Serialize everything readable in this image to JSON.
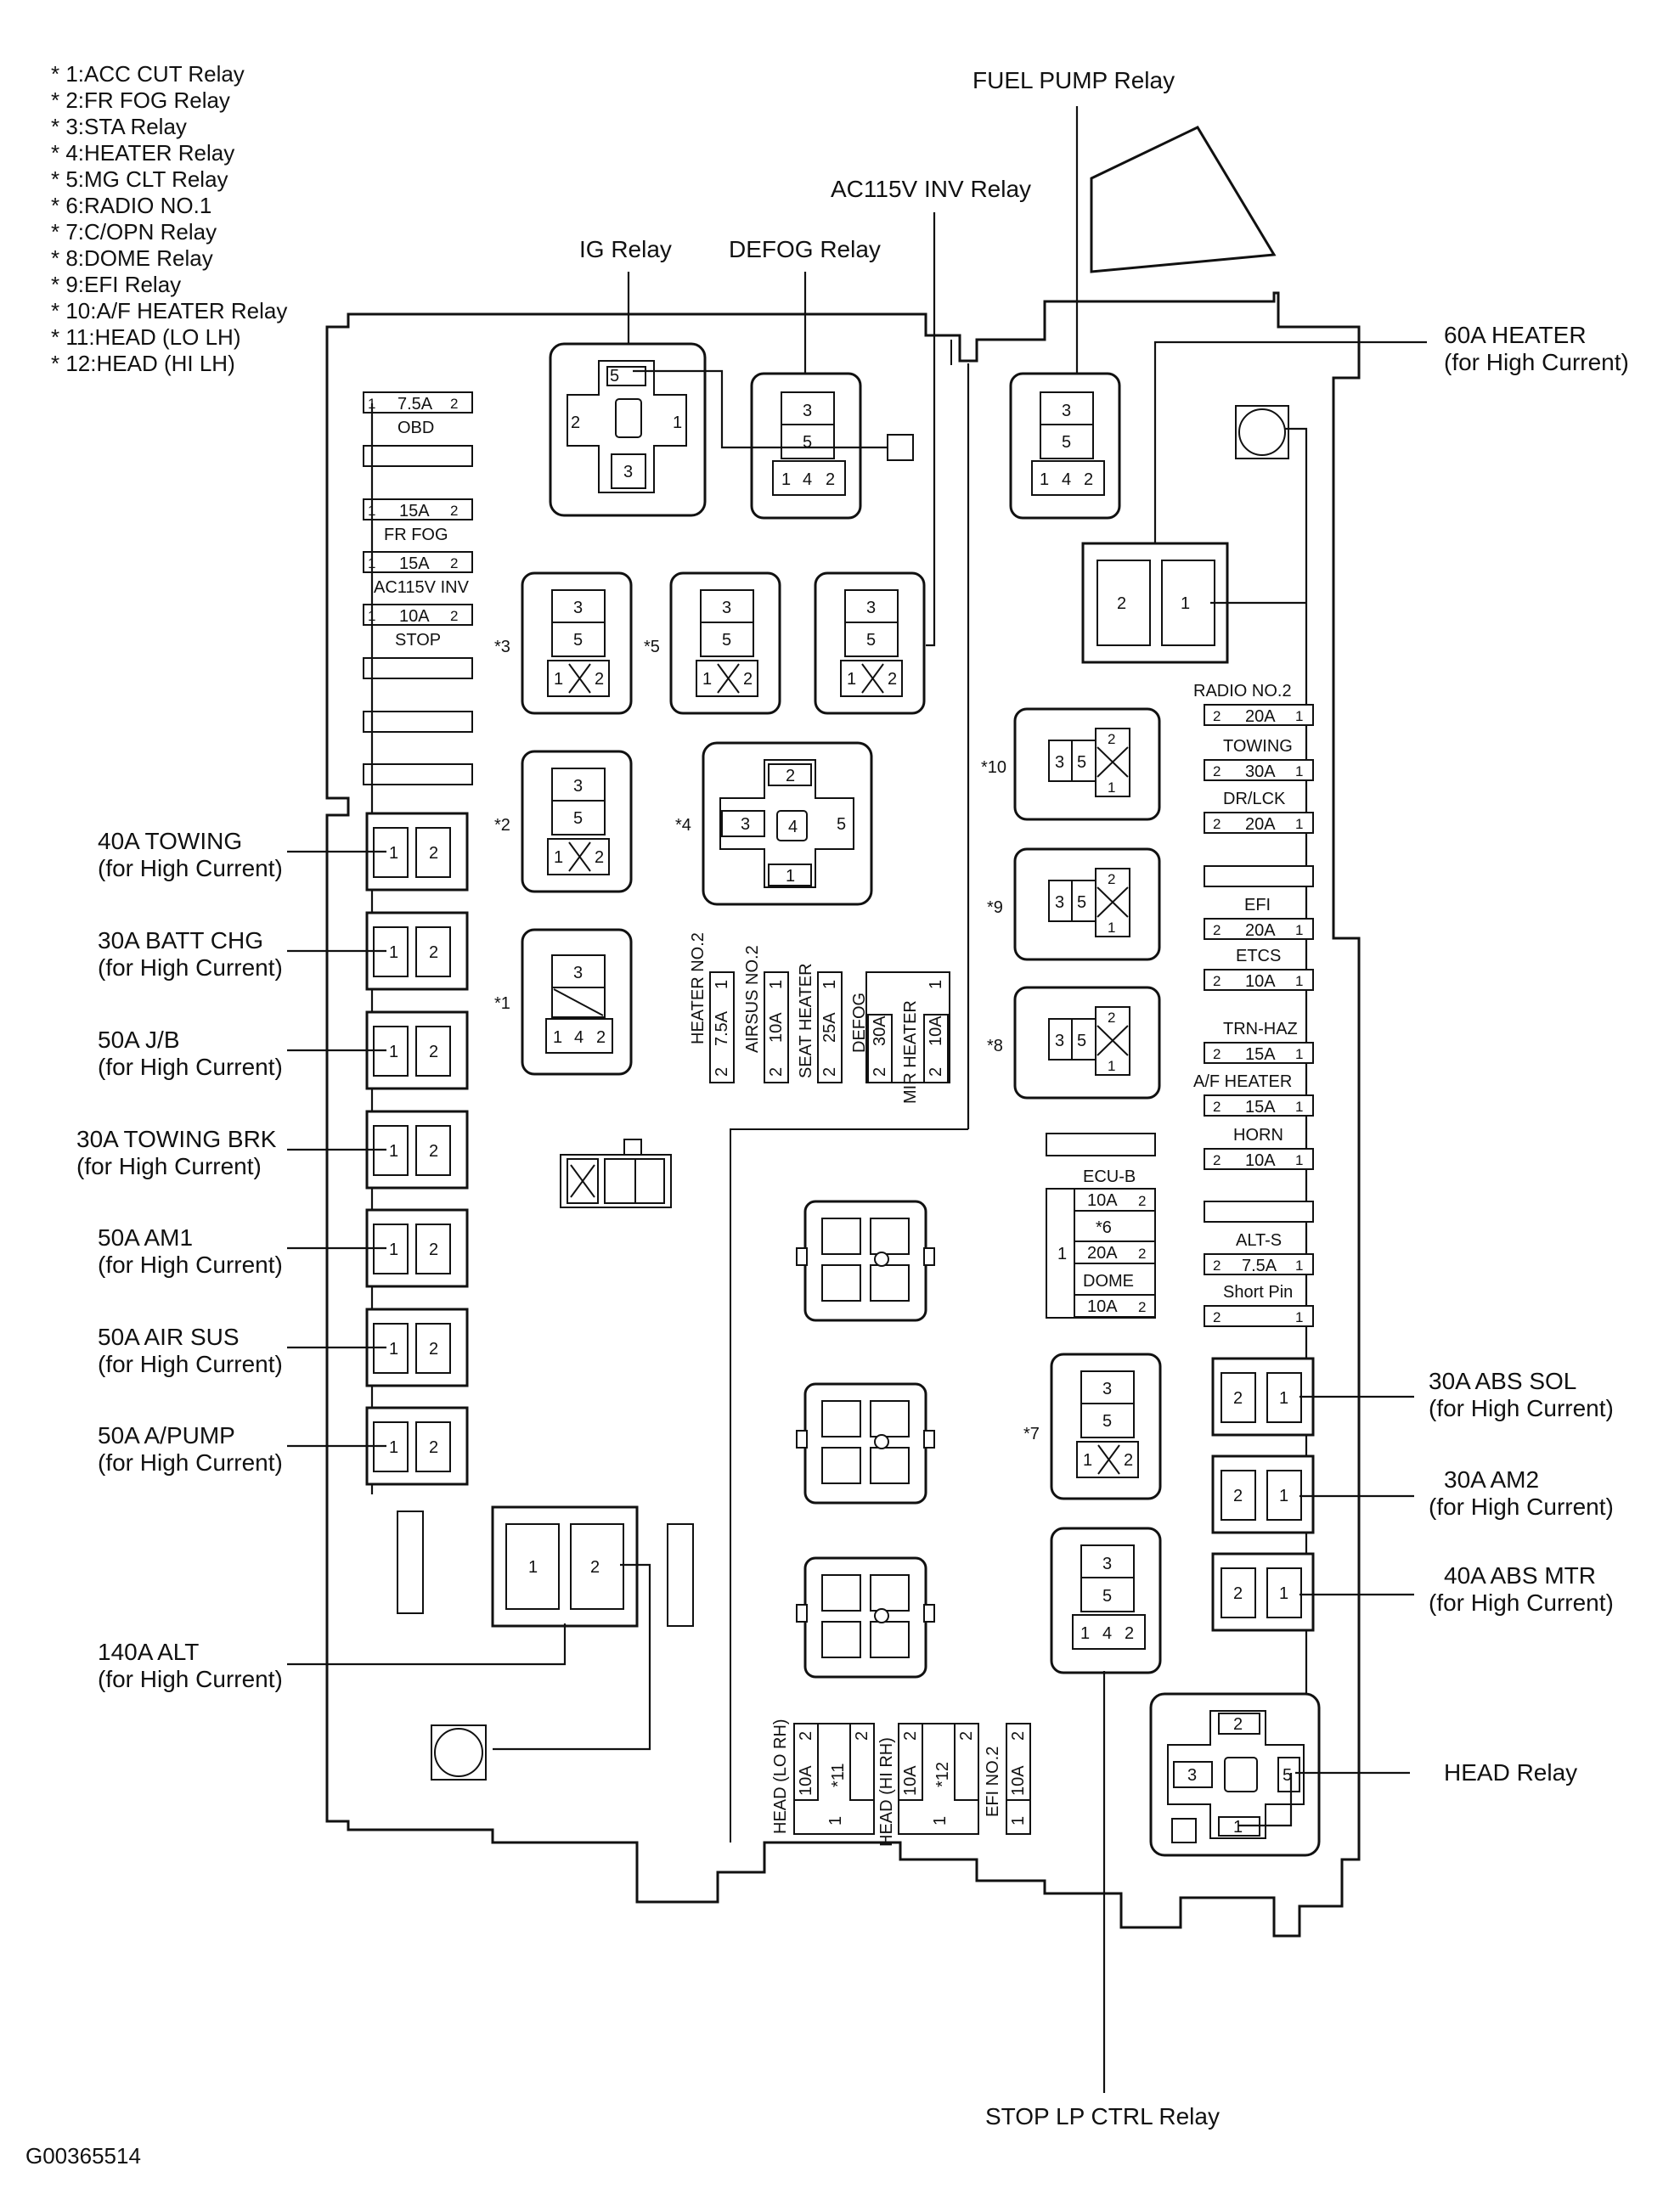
{
  "legend": [
    "* 1:ACC CUT Relay",
    "* 2:FR FOG Relay",
    "* 3:STA Relay",
    "* 4:HEATER Relay",
    "* 5:MG CLT Relay",
    "* 6:RADIO NO.1",
    "* 7:C/OPN Relay",
    "* 8:DOME Relay",
    "* 9:EFI Relay",
    "* 10:A/F HEATER Relay",
    "* 11:HEAD (LO LH)",
    "* 12:HEAD (HI LH)"
  ],
  "top_labels": {
    "fuel_pump": "FUEL PUMP Relay",
    "ac115v_inv": "AC115V INV Relay",
    "ig": "IG Relay",
    "defog": "DEFOG Relay"
  },
  "right_callouts": {
    "heater60_title": "60A HEATER",
    "heater60_sub": "(for High Current)",
    "abs_sol_title": "30A ABS SOL",
    "abs_sol_sub": "(for High Current)",
    "am2_title": "30A AM2",
    "am2_sub": "(for High Current)",
    "abs_mtr_title": "40A ABS MTR",
    "abs_mtr_sub": "(for High Current)",
    "head_relay": "HEAD Relay"
  },
  "left_callouts": [
    {
      "title": "40A TOWING",
      "sub": "(for High Current)"
    },
    {
      "title": "30A BATT CHG",
      "sub": "(for High Current)"
    },
    {
      "title": "50A J/B",
      "sub": "(for High Current)"
    },
    {
      "title": "30A TOWING BRK",
      "sub": "(for High Current)"
    },
    {
      "title": "50A AM1",
      "sub": "(for High Current)"
    },
    {
      "title": "50A AIR SUS",
      "sub": "(for High Current)"
    },
    {
      "title": "50A A/PUMP",
      "sub": "(for High Current)"
    }
  ],
  "alt_callout": {
    "title": "140A ALT",
    "sub": "(for High Current)"
  },
  "bottom_label": "STOP LP CTRL Relay",
  "figure_id": "G00365514",
  "left_fuses": {
    "obd": {
      "amp": "7.5A",
      "name": "OBD"
    },
    "fr_fog": {
      "amp": "15A",
      "name": "FR FOG"
    },
    "ac115v": {
      "amp": "15A",
      "name": "AC115V INV"
    },
    "stop": {
      "amp": "10A",
      "name": "STOP"
    }
  },
  "right_fuses": [
    {
      "name": "RADIO NO.2",
      "amp": "20A"
    },
    {
      "name": "TOWING",
      "amp": "30A"
    },
    {
      "name": "DR/LCK",
      "amp": "20A"
    },
    {
      "name": "EFI",
      "amp": "20A"
    },
    {
      "name": "ETCS",
      "amp": "10A"
    },
    {
      "name": "TRN-HAZ",
      "amp": "15A"
    },
    {
      "name": "A/F HEATER",
      "amp": "15A"
    },
    {
      "name": "HORN",
      "amp": "10A"
    },
    {
      "name": "ALT-S",
      "amp": "7.5A"
    },
    {
      "name": "Short Pin",
      "amp": ""
    }
  ],
  "ecu_block": {
    "ecu_b": "ECU-B",
    "ecu_b_amp": "10A",
    "radio": "*6",
    "radio_amp": "20A",
    "dome": "DOME",
    "dome_amp": "10A"
  },
  "center_vertical_fuses": [
    {
      "name": "HEATER NO.2",
      "amp": "7.5A"
    },
    {
      "name": "AIRSUS NO.2",
      "amp": "10A"
    },
    {
      "name": "SEAT HEATER",
      "amp": "25A"
    },
    {
      "name": "DEFOG",
      "amp": "30A"
    },
    {
      "name": "MIR HEATER",
      "amp": "10A"
    }
  ],
  "bottom_vertical_fuses": [
    {
      "name": "HEAD (LO RH)",
      "amp": "10A",
      "star": "*11"
    },
    {
      "name": "HEAD (HI RH)",
      "amp": "10A",
      "star": "*12"
    },
    {
      "name": "EFI NO.2",
      "amp": "10A"
    }
  ],
  "relay_marks": {
    "r1": "*1",
    "r2": "*2",
    "r3": "*3",
    "r4": "*4",
    "r5": "*5",
    "r7": "*7",
    "r8": "*8",
    "r9": "*9",
    "r10": "*10"
  },
  "pins": {
    "p1": "1",
    "p2": "2",
    "p3": "3",
    "p4": "4",
    "p5": "5"
  }
}
